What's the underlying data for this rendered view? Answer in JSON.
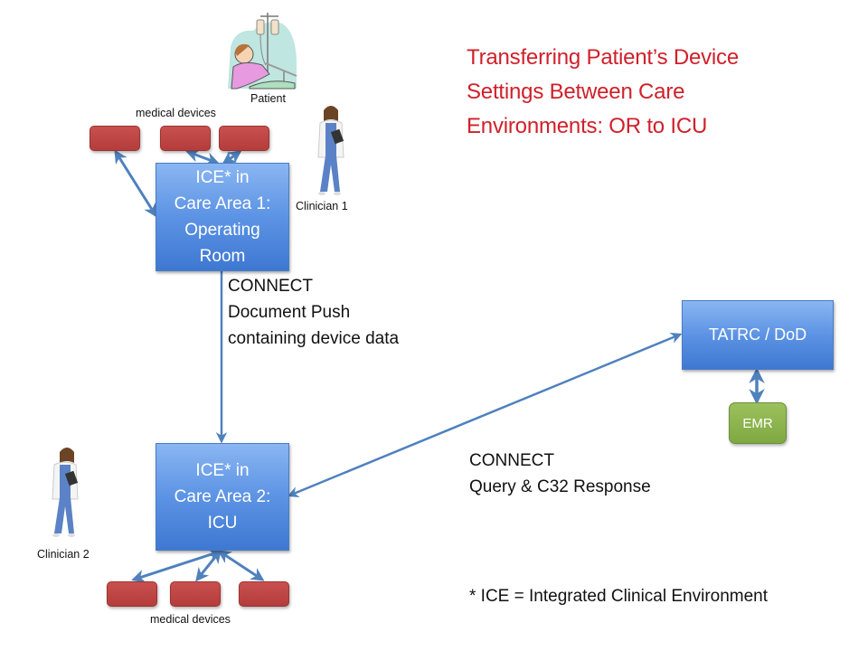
{
  "title": {
    "lines": [
      "Transferring Patient’s Device",
      "Settings Between Care",
      "Environments: OR to ICU"
    ],
    "color": "#d0202a"
  },
  "nodes": {
    "ice_or": {
      "lines": [
        "ICE* in",
        "Care Area 1:",
        "Operating",
        "Room"
      ]
    },
    "ice_icu": {
      "lines": [
        "ICE* in",
        "Care Area 2:",
        "ICU"
      ]
    },
    "tatrc": {
      "label": "TATRC / DoD"
    },
    "emr": {
      "label": "EMR"
    }
  },
  "labels": {
    "patient": "Patient",
    "clinician1": "Clinician 1",
    "clinician2": "Clinician 2",
    "devices_top": "medical devices",
    "devices_bottom": "medical devices"
  },
  "edges": {
    "or_to_icu": [
      "CONNECT",
      "Document Push",
      "containing device data"
    ],
    "icu_tatrc": [
      "CONNECT",
      "Query & C32 Response"
    ]
  },
  "footnote": "* ICE = Integrated Clinical Environment",
  "colors": {
    "ice_box": "#5c93e4",
    "device": "#c0504d",
    "emr": "#9bbb59",
    "arrow": "#4f81bd"
  }
}
